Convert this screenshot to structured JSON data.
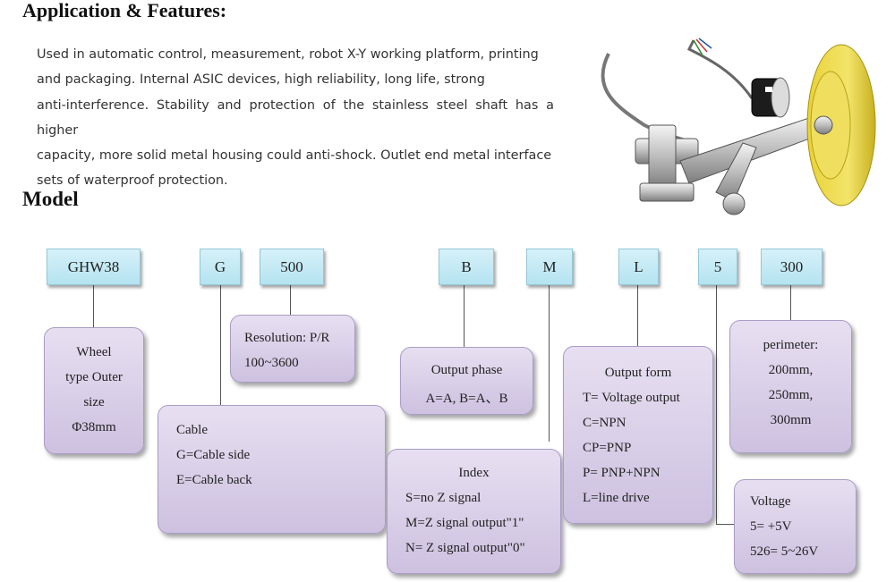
{
  "headings": {
    "app": "Application & Features:",
    "model": "Model"
  },
  "description": [
    "Used in automatic control, measurement, robot X-Y working platform, printing",
    "and packaging. Internal ASIC devices, high reliability, long life, strong",
    "anti-interference. Stability and protection of the stainless steel shaft has a higher",
    "capacity, more solid metal housing could anti-shock. Outlet end metal interface",
    "sets of waterproof protection."
  ],
  "codes": {
    "ghw": "GHW38",
    "g": "G",
    "res": "500",
    "b": "B",
    "m": "M",
    "l": "L",
    "v": "5",
    "p": "300"
  },
  "boxes": {
    "wheel": [
      "Wheel",
      "type Outer",
      "size",
      "Φ38mm"
    ],
    "resolution": [
      "Resolution: P/R",
      "100~3600"
    ],
    "cable": [
      "Cable",
      "G=Cable side",
      "E=Cable back"
    ],
    "phase": [
      "Output phase",
      "A=A, B=A、B"
    ],
    "index": [
      "Index",
      "S=no Z signal",
      "M=Z signal output\"1\"",
      "N= Z signal output\"0\""
    ],
    "output": [
      "Output form",
      "T= Voltage output",
      "C=NPN",
      "CP=PNP",
      "P= PNP+NPN",
      "L=line drive"
    ],
    "perimeter": [
      "perimeter:",
      "200mm,",
      "250mm,",
      "300mm"
    ],
    "voltage": [
      "Voltage",
      "5= +5V",
      "526= 5~26V"
    ]
  }
}
